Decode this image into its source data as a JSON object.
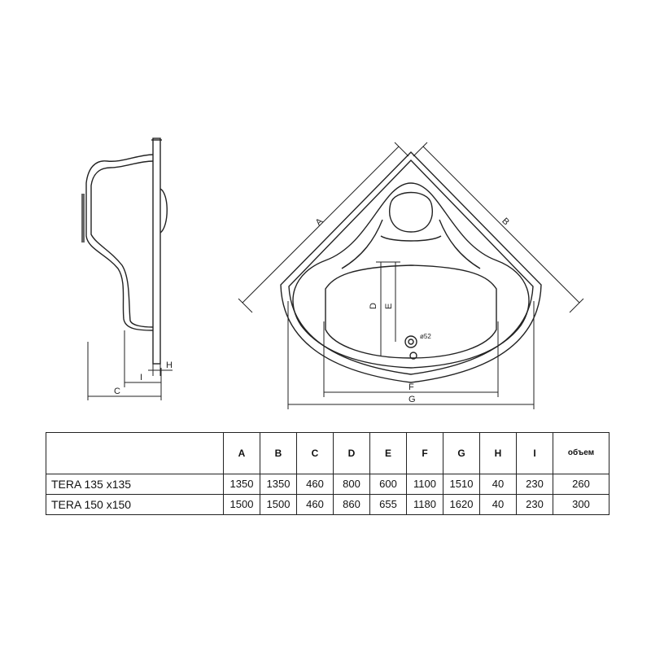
{
  "labels": {
    "A": "A",
    "B": "B",
    "C": "C",
    "D": "D",
    "E": "E",
    "F": "F",
    "G": "G",
    "H": "H",
    "I": "I",
    "drain": "ø52"
  },
  "table": {
    "corner": "",
    "headers": [
      "A",
      "B",
      "C",
      "D",
      "E",
      "F",
      "G",
      "H",
      "I",
      "объем"
    ],
    "rows": [
      {
        "model": "TERA 135 x135",
        "values": [
          "1350",
          "1350",
          "460",
          "800",
          "600",
          "1100",
          "1510",
          "40",
          "230",
          "260"
        ]
      },
      {
        "model": "TERA 150 x150",
        "values": [
          "1500",
          "1500",
          "460",
          "860",
          "655",
          "1180",
          "1620",
          "40",
          "230",
          "300"
        ]
      }
    ]
  }
}
